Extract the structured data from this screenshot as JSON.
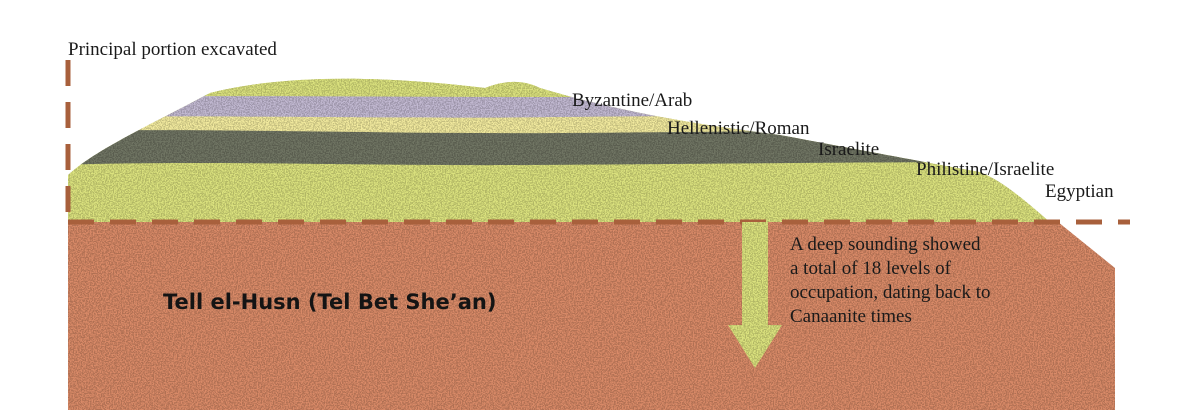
{
  "diagram": {
    "excavation_label": "Principal portion excavated",
    "title": "Tell el-Husn (Tel Bet She’an)",
    "layers": [
      {
        "name": "Byzantine/Arab",
        "color": "#c2b9d2"
      },
      {
        "name": "Hellenistic/Roman",
        "color": "#f2ea9e"
      },
      {
        "name": "Israelite",
        "color": "#b2bb8e"
      },
      {
        "name": "Philistine/Israelite",
        "color": "#6f7564"
      },
      {
        "name": "Egyptian",
        "color": "#dbe27e"
      }
    ],
    "mound_color": "#d98a68",
    "dashed_line_color": "#a8603c",
    "sounding_note": [
      "A deep sounding showed",
      "a total of 18 levels of",
      "occupation, dating back to",
      "Canaanite times"
    ]
  }
}
